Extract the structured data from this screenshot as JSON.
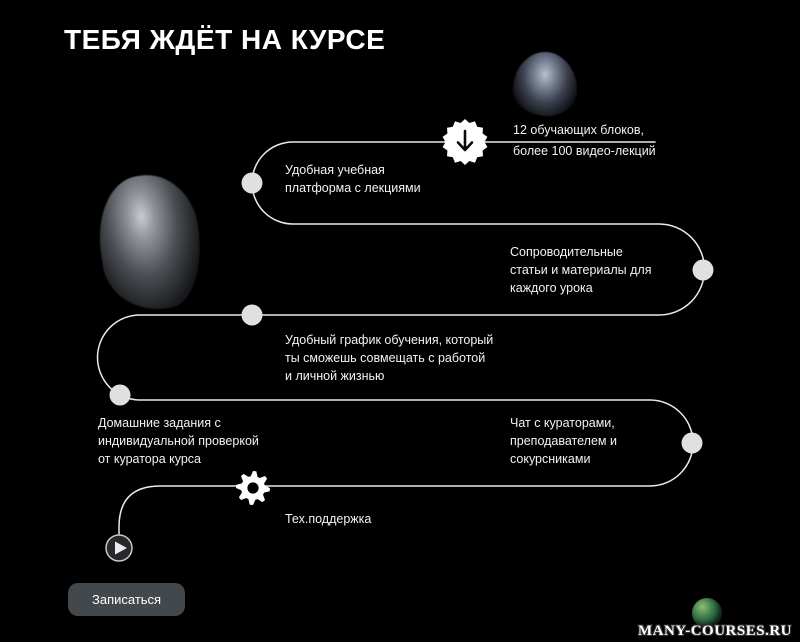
{
  "title": "ТЕБЯ ЖДЁТ НА КУРСЕ",
  "steps": {
    "platform": {
      "label": "Удобная учебная\nплатформа с лекциями"
    },
    "blocks": {
      "label": "12 обучающих блоков,\nболее 100 видео-лекций"
    },
    "materials": {
      "label": "Сопроводительные\nстатьи и материалы для\nкаждого урока"
    },
    "schedule": {
      "label": "Удобный график обучения, который\nты сможешь совмещать с работой\nи личной жизнью"
    },
    "homework": {
      "label": "Домашние задания с\nиндивидуальной проверкой\nот куратора курса"
    },
    "chat": {
      "label": "Чат с кураторами,\nпреподавателем и\nсокурсниками"
    },
    "support": {
      "label": "Тех.поддержка"
    }
  },
  "cta": {
    "label": "Записаться"
  },
  "watermark": {
    "label": "MANY-COURSES.RU"
  },
  "icons": {
    "badge": "seal-download-badge-icon",
    "gear": "gear-icon",
    "play": "play-icon",
    "globe": "globe-icon"
  },
  "colors": {
    "background": "#000000",
    "line": "#ffffff",
    "node": "#e0e0e0",
    "text": "#f2f2f2",
    "title": "#ffffff",
    "button_bg": "#43484d",
    "button_text": "#ffffff"
  }
}
